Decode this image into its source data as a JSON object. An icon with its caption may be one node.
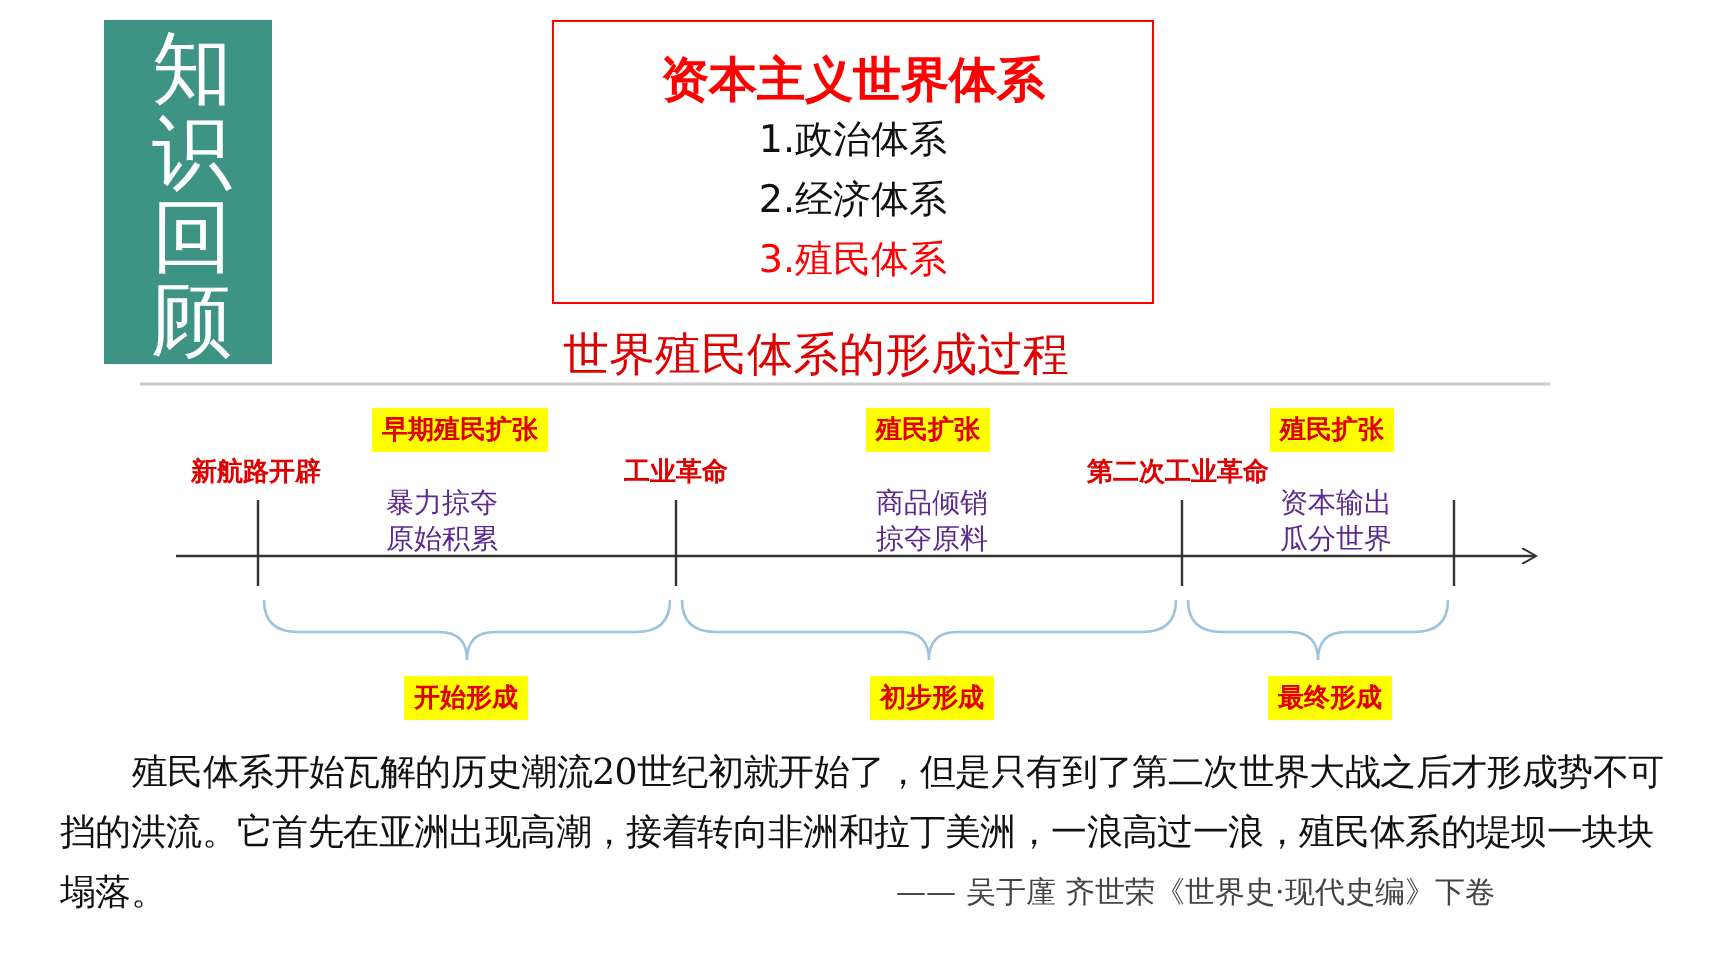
{
  "diagram": {
    "title": "世界殖民体系的形成过程",
    "nodes": [
      {
        "text": [
          "知识回顾"
        ]
      },
      {
        "text": [
          "资本主义世界体系",
          "1.政治体系",
          "2.经济体系",
          "3.殖民体系"
        ]
      },
      {
        "text": [
          "早期殖民扩张"
        ]
      },
      {
        "text": [
          "殖民扩张"
        ]
      },
      {
        "text": [
          "殖民扩张"
        ]
      },
      {
        "text": [
          "开始形成"
        ]
      },
      {
        "text": [
          "初步形成"
        ]
      },
      {
        "text": [
          "最终形成"
        ]
      }
    ],
    "labels": [
      "新航路开辟",
      "暴力掠夺原始积累",
      "工业革命",
      "商品倾销掠夺原料",
      "第二次工业革命",
      "资本输出瓜分世界",
      "殖民体系开始瓦解的历史潮流20世纪初就开始了，但是只有到了第二次世界大战之后才形成势不可挡的洪流。它首先在亚洲出现高潮，接着转向非洲和拉丁美洲，一浪高过一浪，殖民体系的堤坝一块块塌落。",
      "—— 吴于廑 齐世荣《世界史·现代史编》下卷"
    ]
  }
}
